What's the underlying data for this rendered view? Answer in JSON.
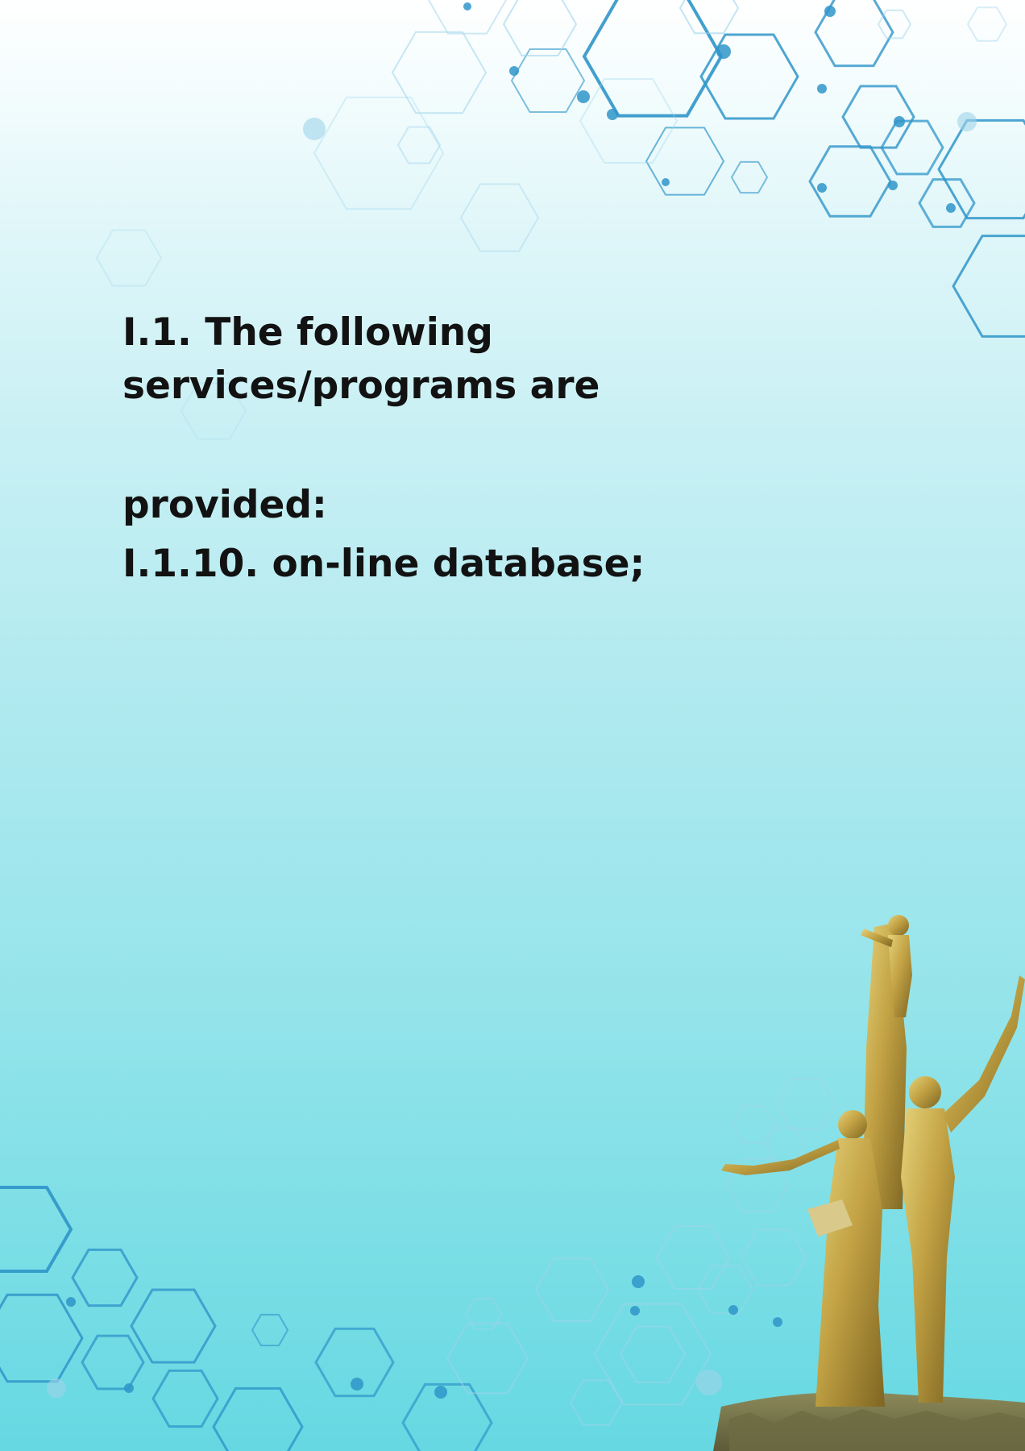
{
  "document": {
    "lines": [
      "I.1. The following",
      "services/programs are",
      "provided:",
      "I.1.10. on-line database;"
    ]
  },
  "decor": {
    "pattern": "hexagon-molecule-pattern",
    "monument": "golden-statue-illustration",
    "colors": {
      "background_top": "#ffffff",
      "background_bottom": "#66d8e2",
      "hex_strong": "#2f95c9",
      "hex_light": "#9fd3ea",
      "gold": "#c8a84a",
      "text": "#121212"
    }
  }
}
